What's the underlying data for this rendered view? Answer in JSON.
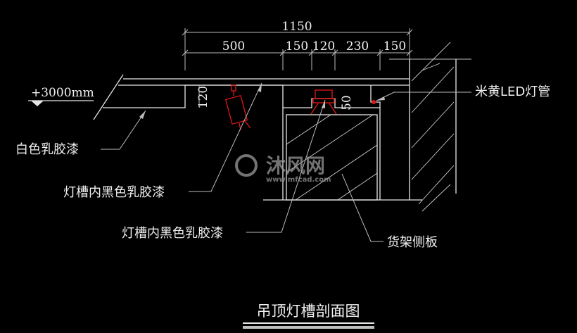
{
  "dimensions": {
    "total": "1150",
    "seg1": "500",
    "seg2": "150",
    "seg3": "120",
    "seg4": "230",
    "seg5": "150",
    "depth": "120",
    "groove": "50"
  },
  "elevation": "+3000mm",
  "labels": {
    "led": "米黄LED灯管",
    "white_paint": "白色乳胶漆",
    "black_paint_1": "灯槽内黑色乳胶漆",
    "black_paint_2": "灯槽内黑色乳胶漆",
    "shelf_panel": "货架侧板"
  },
  "title": "吊顶灯槽剖面图",
  "watermark": {
    "brand": "沐风网",
    "url": "www.mfcad.com"
  },
  "colors": {
    "background": "#000000",
    "line": "#e6e6e6",
    "fixture": "#e01818"
  }
}
